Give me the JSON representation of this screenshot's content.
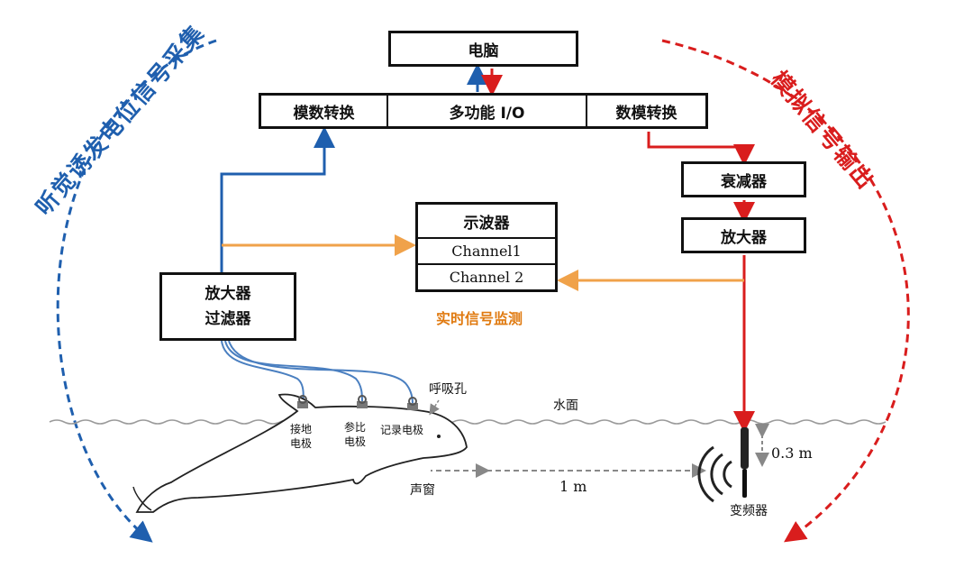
{
  "colors": {
    "blue": "#1f5fae",
    "red": "#d91d1d",
    "orange": "#f0a24a",
    "orange_text": "#e07a10",
    "water": "#9a9a9a"
  },
  "arc_labels": {
    "left": "听觉诱发电位信号采集",
    "right": "模拟信号输出"
  },
  "computer": "电脑",
  "io_bar": {
    "adc": "模数转换",
    "io": "多功能 I/O",
    "dac": "数模转换"
  },
  "attenuator": "衰减器",
  "amplifier_right": "放大器",
  "amp_filter": {
    "line1": "放大器",
    "line2": "过滤器"
  },
  "oscilloscope": {
    "title": "示波器",
    "ch1": "Channel1",
    "ch2": "Channel 2"
  },
  "monitor_label": "实时信号监测",
  "blowhole": "呼吸孔",
  "water_surface": "水面",
  "electrodes": {
    "ground": [
      "接地",
      "电极"
    ],
    "reference": [
      "参比",
      "电极"
    ],
    "record": "记录电极"
  },
  "acoustic_window": "声窗",
  "distance": "1 m",
  "depth": "0.3 m",
  "transducer": "变频器"
}
